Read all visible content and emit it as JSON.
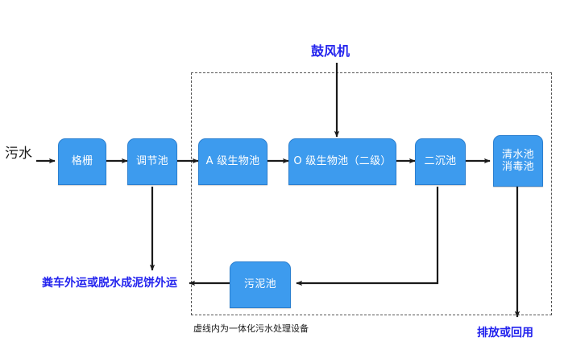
{
  "diagram": {
    "title_top": "鼓风机",
    "inlet_label": "污水",
    "sludge_outlet_label": "粪车外运或脱水成泥饼外运",
    "effluent_label": "排放或回用",
    "enclosure_caption": "虚线内为一体化污水处理设备",
    "colors": {
      "node_fill": "#3d9bee",
      "node_border": "#2b7fd0",
      "node_text": "#ffffff",
      "accent_text": "#2323ee",
      "plain_text": "#1a1a1a",
      "connector": "#1a1a1a",
      "dashed_border": "#555555",
      "background": "#ffffff"
    },
    "nodes": [
      {
        "id": "grille",
        "label": "格栅"
      },
      {
        "id": "regulating",
        "label": "调节池"
      },
      {
        "id": "a-stage",
        "label": "A 级生物池"
      },
      {
        "id": "o-stage",
        "label": "O 级生物池（二级）"
      },
      {
        "id": "settling",
        "label": "二沉池"
      },
      {
        "id": "clearwater",
        "label": "清水池\n消毒池"
      },
      {
        "id": "sludge",
        "label": "污泥池"
      }
    ]
  }
}
